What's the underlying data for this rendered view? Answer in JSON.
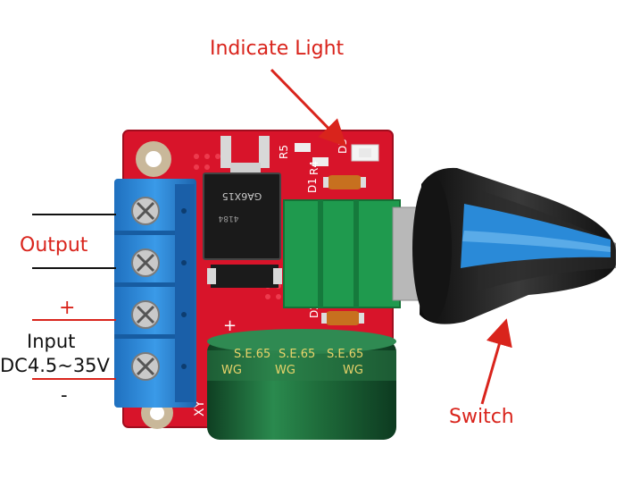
{
  "labels": {
    "indicate_light": "Indicate Light",
    "output": "Output",
    "plus": "+",
    "input": "Input",
    "voltage": "DC4.5~35V",
    "minus": "-",
    "switch": "Switch"
  },
  "pcb_marks": {
    "mosfet": "GA6X15",
    "mosfet_code": "4184",
    "r5": "R5",
    "r4": "R4",
    "d3": "D3",
    "d1": "D1",
    "d2": "D2",
    "plus_mark": "+",
    "cap_brand": "S.E.65",
    "cap_sub": "WG",
    "board_mark": "XY"
  },
  "colors": {
    "label": "#d9241c",
    "pcb": "#d8142a",
    "terminal": "#2c8fe0",
    "potentiometer": "#1f9a4e",
    "capacitor": "#1e6b3a",
    "knob": "#1c1c1c",
    "knob_stripe": "#2a8ad8"
  }
}
